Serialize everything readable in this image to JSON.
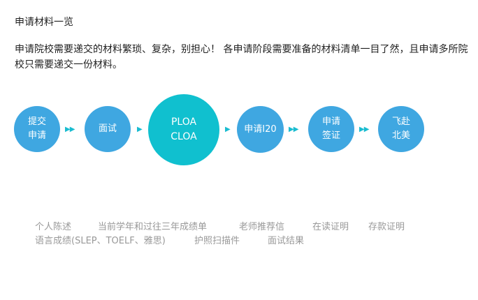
{
  "page": {
    "title": "申请材料一览",
    "description": "申请院校需要递交的材料繁琐、复杂，别担心！ 各申请阶段需要准备的材料清单一目了然，且申请多所院校只需要递交一份材料。"
  },
  "flow": {
    "steps": [
      {
        "label": "提交\n申请",
        "color": "#3fa7e1"
      },
      {
        "label": "面试",
        "color": "#3fa7e1"
      },
      {
        "label": "PLOA\nCLOA",
        "color": "#10c0cf"
      },
      {
        "label": "申请I20",
        "color": "#3fa7e1"
      },
      {
        "label": "申请\n签证",
        "color": "#3fa7e1"
      },
      {
        "label": "飞赴\n北美",
        "color": "#3fa7e1"
      }
    ],
    "arrow_color": "#19bcd0"
  },
  "materials": {
    "row1": [
      "个人陈述",
      "当前学年和过往三年成绩单",
      "老师推荐信",
      "在读证明",
      "存款证明"
    ],
    "row2": [
      "语言成绩(SLEP、TOELF、雅思)",
      "护照扫描件",
      "面试结果"
    ]
  }
}
